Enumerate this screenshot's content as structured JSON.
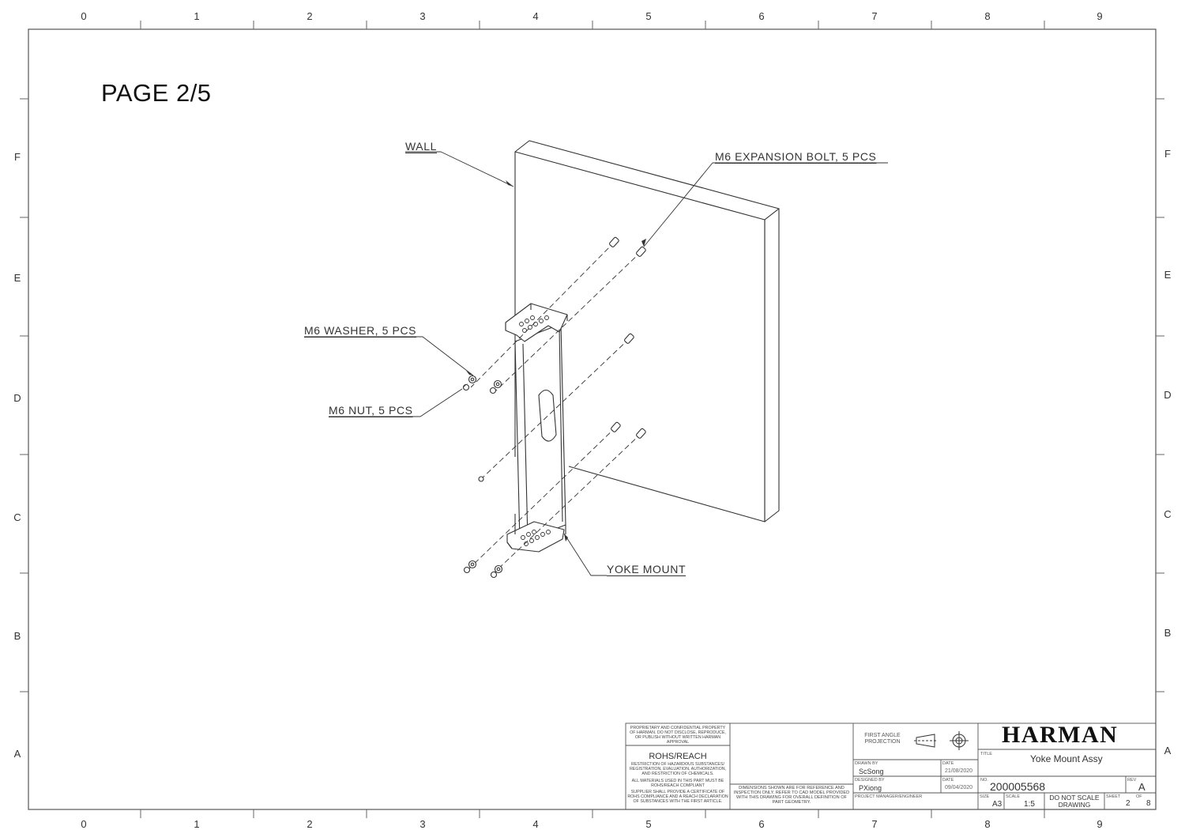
{
  "page_label": "PAGE 2/5",
  "grid": {
    "columns": [
      "0",
      "1",
      "2",
      "3",
      "4",
      "5",
      "6",
      "7",
      "8",
      "9"
    ],
    "rows": [
      "F",
      "E",
      "D",
      "C",
      "B",
      "A"
    ]
  },
  "callouts": {
    "wall": "WALL",
    "expansion_bolt": "M6 EXPANSION BOLT, 5 PCS",
    "washer": "M6 WASHER, 5 PCS",
    "nut": "M6 NUT, 5 PCS",
    "yoke_mount": "YOKE MOUNT"
  },
  "title_block": {
    "proprietary": "PROPRIETARY AND CONFIDENTIAL PROPERTY OF HARMAN. DO NOT DISCLOSE, REPRODUCE, OR PUBLISH WITHOUT WRITTEN HARMAN APPROVAL",
    "rohs_title": "ROHS/REACH",
    "rohs_text_1": "RESTRICTION OF HAZARDOUS SUBSTANCES/ REGISTRATION, EVALUATION, AUTHORIZATION, AND RESTRICTION OF CHEMICALS.",
    "rohs_text_2": "ALL MATERIALS USED IN THIS PART MUST BE ROHS/REACH COMPLIANT",
    "rohs_text_3": "SUPPLIER SHALL PROVIDE A CERTIFICATE OF ROHS COMPLIANCE AND A REACH DECLARATION OF SUBSTANCES WITH THE FIRST ARTICLE.",
    "dimensions_note": "DIMENSIONS SHOWN ARE FOR REFERENCE AND INSPECTION ONLY. REFER TO CAD MODEL PROVIDED WITH THIS DRAWING FOR OVERALL DEFINITION OF PART GEOMETRY.",
    "projection": "FIRST ANGLE PROJECTION",
    "drawn_by_label": "DRAWN BY",
    "drawn_by": "ScSong",
    "date_label": "DATE",
    "drawn_date": "21/08/2020",
    "designed_by_label": "DESIGNED BY",
    "designed_by": "PXiong",
    "designed_date": "09/04/2020",
    "pm_label": "PROJECT MANAGER/ENGINEER",
    "brand": "HARMAN",
    "title_label": "TITLE",
    "title": "Yoke Mount Assy",
    "no_label": "NO.",
    "part_no": "200005568",
    "rev_label": "REV",
    "rev": "A",
    "size_label": "SIZE",
    "size": "A3",
    "scale_label": "SCALE",
    "scale": "1:5",
    "do_not_scale": "DO NOT SCALE DRAWING",
    "sheet_label": "SHEET",
    "of_label": "OF",
    "sheet": "2",
    "of": "8"
  }
}
